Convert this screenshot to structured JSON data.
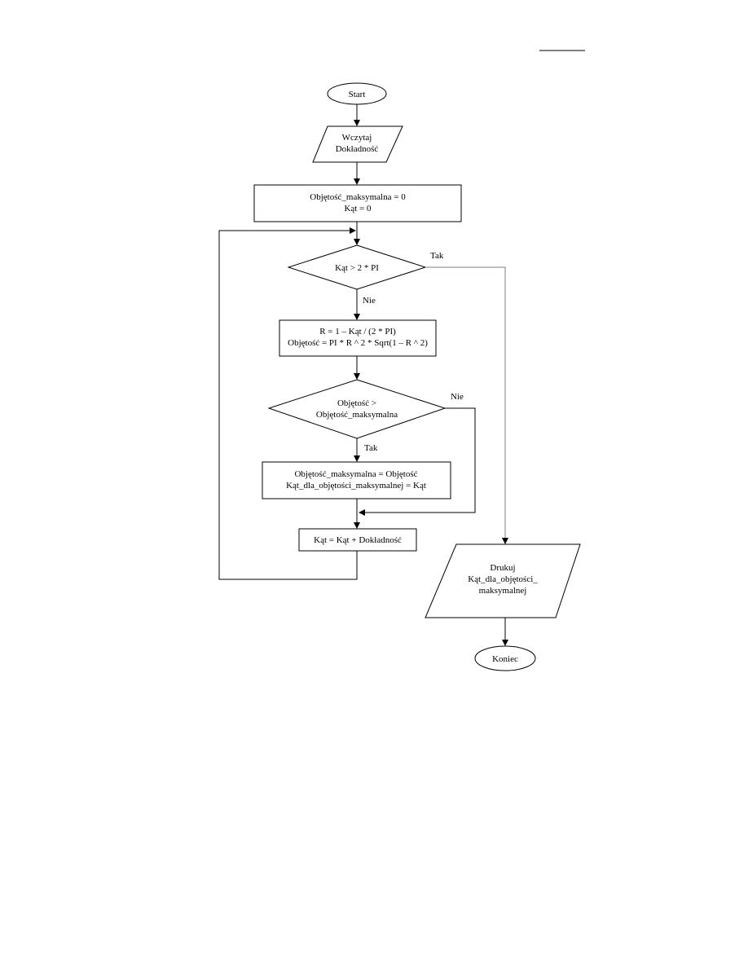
{
  "flowchart": {
    "start": "Start",
    "read_input": [
      "Wczytaj",
      "Dokładność"
    ],
    "init": [
      "Objętość_maksymalna = 0",
      "Kąt = 0"
    ],
    "loop_condition": "Kąt > 2 * PI",
    "loop_yes": "Tak",
    "loop_no": "Nie",
    "compute": [
      "R = 1 – Kąt / (2 * PI)",
      "Objętość = PI * R ^ 2 * Sqrt(1 – R ^ 2)"
    ],
    "compare": [
      "Objętość >",
      "Objętość_maksymalna"
    ],
    "compare_yes": "Tak",
    "compare_no": "Nie",
    "update_max": [
      "Objętość_maksymalna = Objętość",
      "Kąt_dla_objętości_maksymalnej = Kąt"
    ],
    "increment": "Kąt = Kąt + Dokładność",
    "print_output": [
      "Drukuj",
      "Kąt_dla_objętości_",
      "maksymalnej"
    ],
    "end": "Koniec"
  }
}
